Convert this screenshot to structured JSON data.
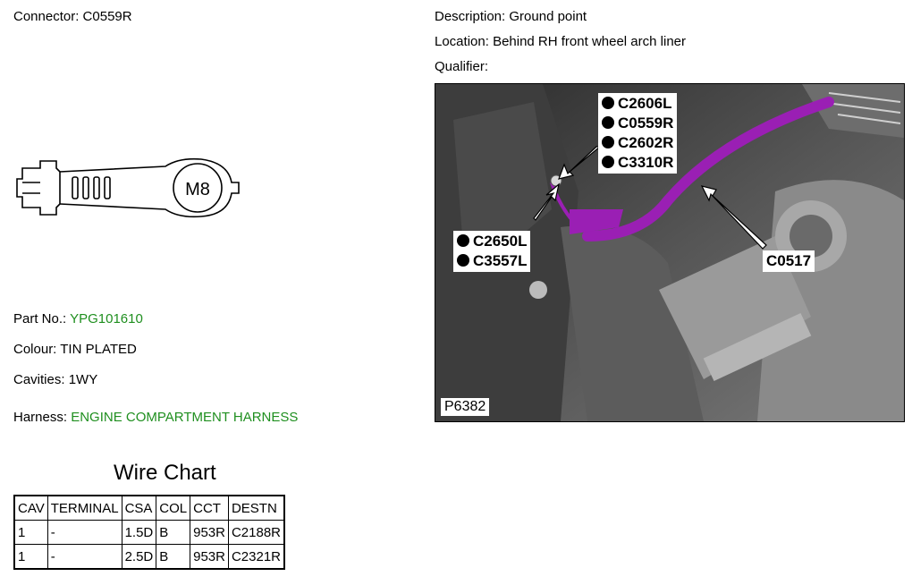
{
  "connector": {
    "label": "Connector:",
    "value": "C0559R"
  },
  "description": {
    "label": "Description:",
    "value": "Ground point"
  },
  "location": {
    "label": "Location:",
    "value": "Behind RH front wheel arch liner"
  },
  "qualifier": {
    "label": "Qualifier:",
    "value": ""
  },
  "terminal_drawing": {
    "stud_label": "M8"
  },
  "part_no": {
    "label": "Part No.:",
    "value": "YPG101610"
  },
  "colour": {
    "label": "Colour:",
    "value": "TIN PLATED"
  },
  "cavities": {
    "label": "Cavities:",
    "value": "1WY"
  },
  "harness": {
    "label": "Harness:",
    "value": "ENGINE COMPARTMENT HARNESS"
  },
  "link_color": "#1f8f1f",
  "wire_chart": {
    "title": "Wire Chart",
    "headers": [
      "CAV",
      "TERMINAL",
      "CSA",
      "COL",
      "CCT",
      "DESTN"
    ],
    "rows": [
      [
        "1",
        "-",
        "1.5D",
        "B",
        "953R",
        "C2188R"
      ],
      [
        "1",
        "-",
        "2.5D",
        "B",
        "953R",
        "C2321R"
      ]
    ]
  },
  "photo": {
    "id": "P6382",
    "harness_color": "#9a1fb4",
    "callouts_top": [
      "C2606L",
      "C0559R",
      "C2602R",
      "C3310R"
    ],
    "callouts_left": [
      "C2650L",
      "C3557L"
    ],
    "callout_right": "C0517"
  }
}
